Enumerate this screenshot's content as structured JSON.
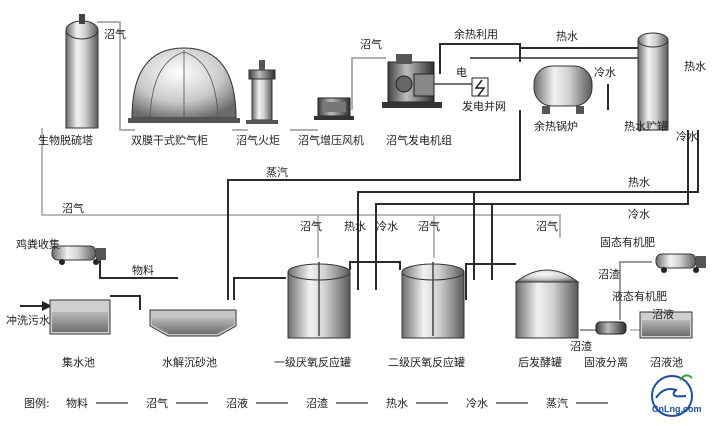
{
  "equipment": {
    "desulfurizer": "生物脱硫塔",
    "gasholder": "双膜干式贮气柜",
    "torch": "沼气火炬",
    "booster_fan": "沼气增压风机",
    "generator": "沼气发电机组",
    "waste_heat_boiler": "余热锅炉",
    "hot_water_tank": "热水贮罐",
    "manure_collection": "鸡粪收集",
    "washing_sewage": "冲洗污水",
    "collection_tank": "集水池",
    "hydrolysis_tank": "水解沉砂池",
    "primary_reactor": "一级厌氧反应罐",
    "secondary_reactor": "二级厌氧反应罐",
    "post_fermenter": "后发酵罐",
    "separator": "固液分离",
    "digestate_pool": "沼液池",
    "solid_fertilizer": "固态有机肥",
    "liquid_fertilizer": "液态有机肥"
  },
  "flow_labels": {
    "biogas_top": "沼气",
    "biogas_gen": "沼气",
    "biogas_return": "沼气",
    "biogas_r1": "沼气",
    "biogas_r2": "沼气",
    "biogas_post": "沼气",
    "waste_heat_use": "余热利用",
    "hot_water_top": "热水",
    "hot_water_tank_side": "热水",
    "hot_water_main": "热水",
    "hot_water_r1": "热水",
    "cold_water_boiler": "冷水",
    "cold_water_tank": "冷水",
    "cold_water_main": "冷水",
    "cold_water_r1": "冷水",
    "electricity": "电",
    "grid": "发电并网",
    "steam": "蒸汽",
    "material": "物料",
    "residue_sep": "沼渣",
    "residue_post": "沼渣",
    "digestate": "沼液"
  },
  "legend": {
    "title": "图例:",
    "items": [
      "物料",
      "沼气",
      "沼液",
      "沼渣",
      "热水",
      "冷水",
      "蒸汽"
    ]
  },
  "logo": {
    "text": "CnLng.com"
  },
  "colors": {
    "pipe_dark": "#2b2b2b",
    "pipe_gray": "#9a9a9a",
    "pipe_light": "#c4c4c4",
    "logo_blue": "#1b4fa0",
    "logo_green": "#3aa23a"
  }
}
